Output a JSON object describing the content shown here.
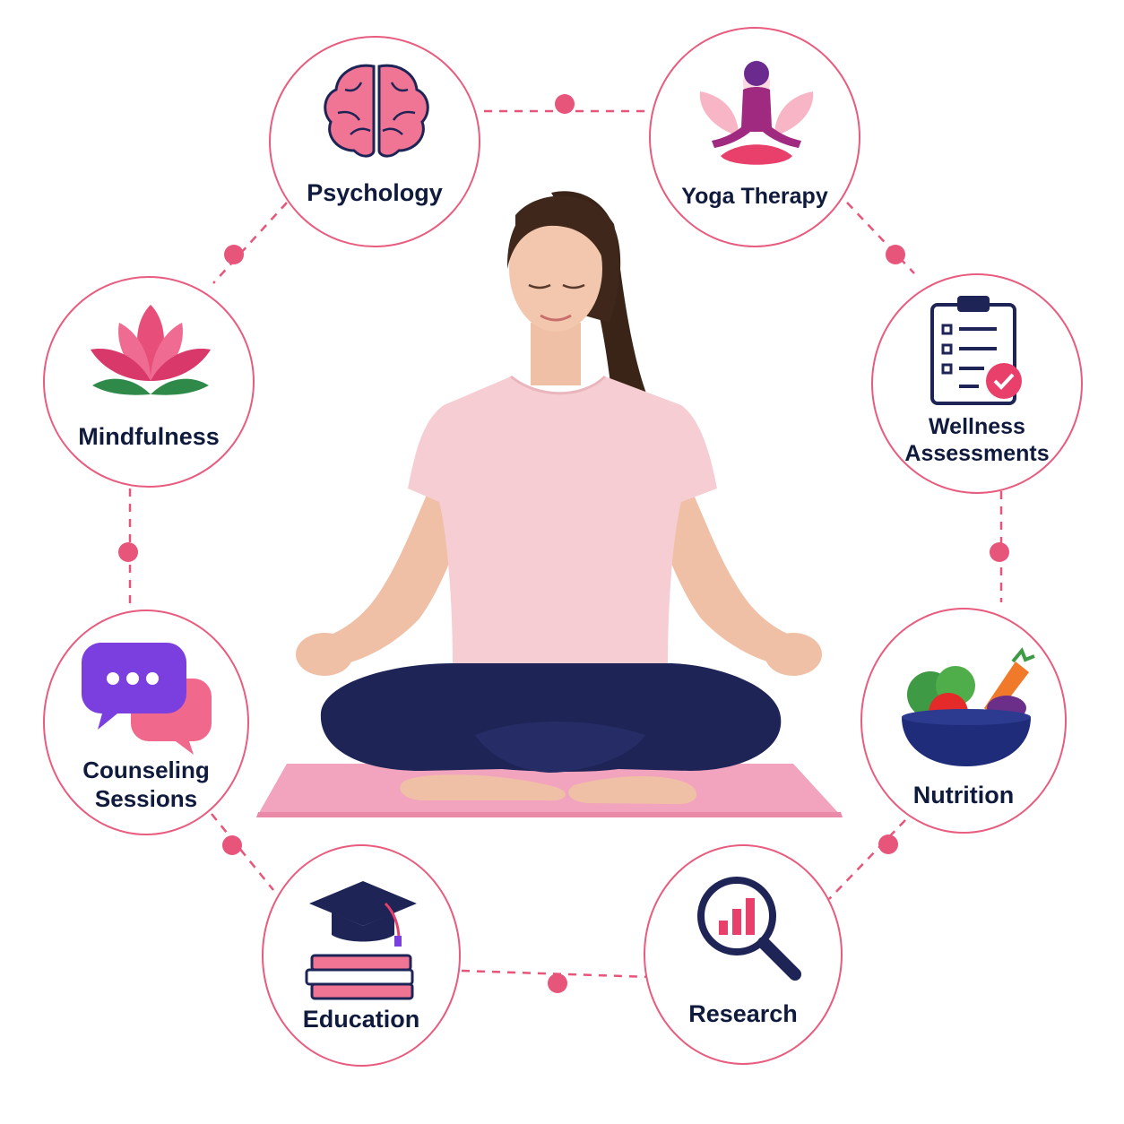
{
  "colors": {
    "ring": "#e85c7f",
    "dot": "#e8557a",
    "label": "#0f1a3d",
    "accent_pink": "#e84e7a",
    "navy": "#1c2750",
    "purple": "#7b3fe0"
  },
  "nodes": [
    {
      "id": "psychology",
      "label": "Psychology",
      "icon": "brain-icon"
    },
    {
      "id": "yoga-therapy",
      "label": "Yoga Therapy",
      "icon": "meditation-figure-icon"
    },
    {
      "id": "mindfulness",
      "label": "Mindfulness",
      "icon": "lotus-icon"
    },
    {
      "id": "wellness-assessments",
      "label_lines": [
        "Wellness",
        "Assessments"
      ],
      "icon": "clipboard-check-icon"
    },
    {
      "id": "counseling-sessions",
      "label_lines": [
        "Counseling",
        "Sessions"
      ],
      "icon": "chat-bubbles-icon"
    },
    {
      "id": "nutrition",
      "label": "Nutrition",
      "icon": "vegetable-bowl-icon"
    },
    {
      "id": "education",
      "label": "Education",
      "icon": "graduation-books-icon"
    },
    {
      "id": "research",
      "label": "Research",
      "icon": "magnifier-chart-icon"
    }
  ],
  "center": {
    "icon": "meditating-woman-illustration"
  }
}
